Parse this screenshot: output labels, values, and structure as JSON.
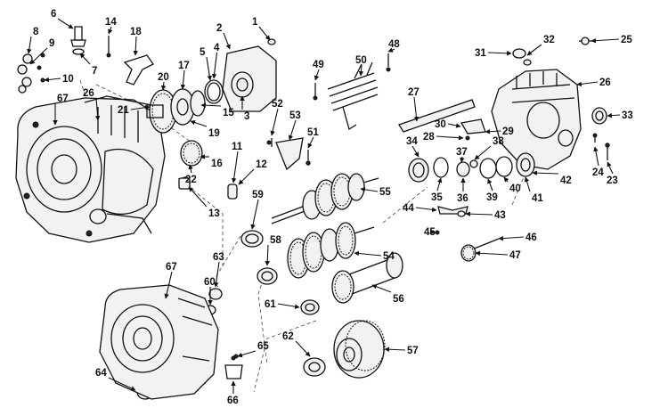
{
  "callouts": [
    "1",
    "2",
    "3",
    "4",
    "5",
    "6",
    "7",
    "8",
    "9",
    "10",
    "11",
    "12",
    "13",
    "14",
    "15",
    "16",
    "17",
    "18",
    "19",
    "20",
    "21",
    "22",
    "23",
    "24",
    "25",
    "26",
    "26",
    "27",
    "28",
    "29",
    "30",
    "31",
    "32",
    "33",
    "34",
    "35",
    "36",
    "37",
    "38",
    "39",
    "40",
    "41",
    "42",
    "43",
    "44",
    "45",
    "46",
    "47",
    "48",
    "49",
    "50",
    "51",
    "52",
    "53",
    "54",
    "55",
    "56",
    "57",
    "58",
    "59",
    "60",
    "61",
    "62",
    "63",
    "64",
    "65",
    "66",
    "67",
    "67"
  ]
}
